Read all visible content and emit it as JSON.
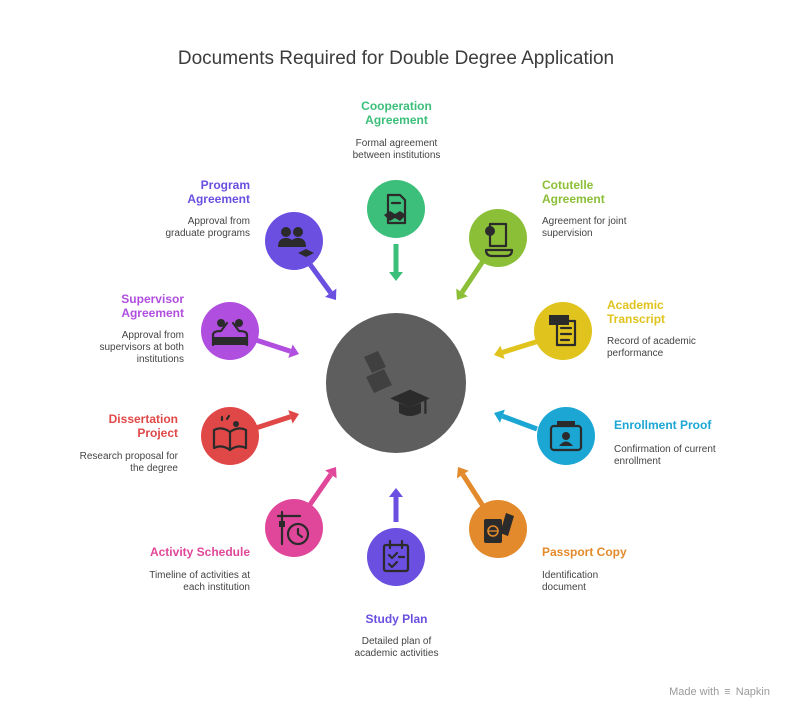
{
  "title": "Documents Required for Double Degree Application",
  "center_icon": "graduation-cap-icon",
  "items": [
    {
      "label_lines": [
        "Cooperation",
        "Agreement"
      ],
      "description_lines": [
        "Formal agreement",
        "between institutions"
      ],
      "color": "#3cbf7a",
      "icon": "handshake-document-icon"
    },
    {
      "label_lines": [
        "Cotutelle",
        "Agreement"
      ],
      "description_lines": [
        "Agreement for joint",
        "supervision"
      ],
      "color": "#8cbf38",
      "icon": "scroll-seal-icon"
    },
    {
      "label_lines": [
        "Academic",
        "Transcript"
      ],
      "description_lines": [
        "Record of academic",
        "performance"
      ],
      "color": "#e0c31c",
      "icon": "transcript-icon"
    },
    {
      "label_lines": [
        "Enrollment Proof"
      ],
      "description_lines": [
        "Confirmation of current",
        "enrollment"
      ],
      "color": "#1ba6d4",
      "icon": "id-card-icon"
    },
    {
      "label_lines": [
        "Passport Copy"
      ],
      "description_lines": [
        "Identification",
        "document"
      ],
      "color": "#e38a2c",
      "icon": "passport-icon"
    },
    {
      "label_lines": [
        "Study Plan"
      ],
      "description_lines": [
        "Detailed plan of",
        "academic activities"
      ],
      "color": "#6a4fe0",
      "icon": "checklist-calendar-icon"
    },
    {
      "label_lines": [
        "Activity Schedule"
      ],
      "description_lines": [
        "Timeline of activities at",
        "each institution"
      ],
      "color": "#e0479a",
      "icon": "clock-sign-icon"
    },
    {
      "label_lines": [
        "Dissertation",
        "Project"
      ],
      "description_lines": [
        "Research proposal for",
        "the degree"
      ],
      "color": "#e04848",
      "icon": "open-book-icon"
    },
    {
      "label_lines": [
        "Supervisor",
        "Agreement"
      ],
      "description_lines": [
        "Approval from",
        "supervisors at both",
        "institutions"
      ],
      "color": "#b04fdf",
      "icon": "high-five-icon"
    },
    {
      "label_lines": [
        "Program",
        "Agreement"
      ],
      "description_lines": [
        "Approval from",
        "graduate programs"
      ],
      "color": "#6a4fe0",
      "icon": "people-cap-icon"
    }
  ],
  "branding": {
    "text": "Made with",
    "name": "Napkin"
  }
}
